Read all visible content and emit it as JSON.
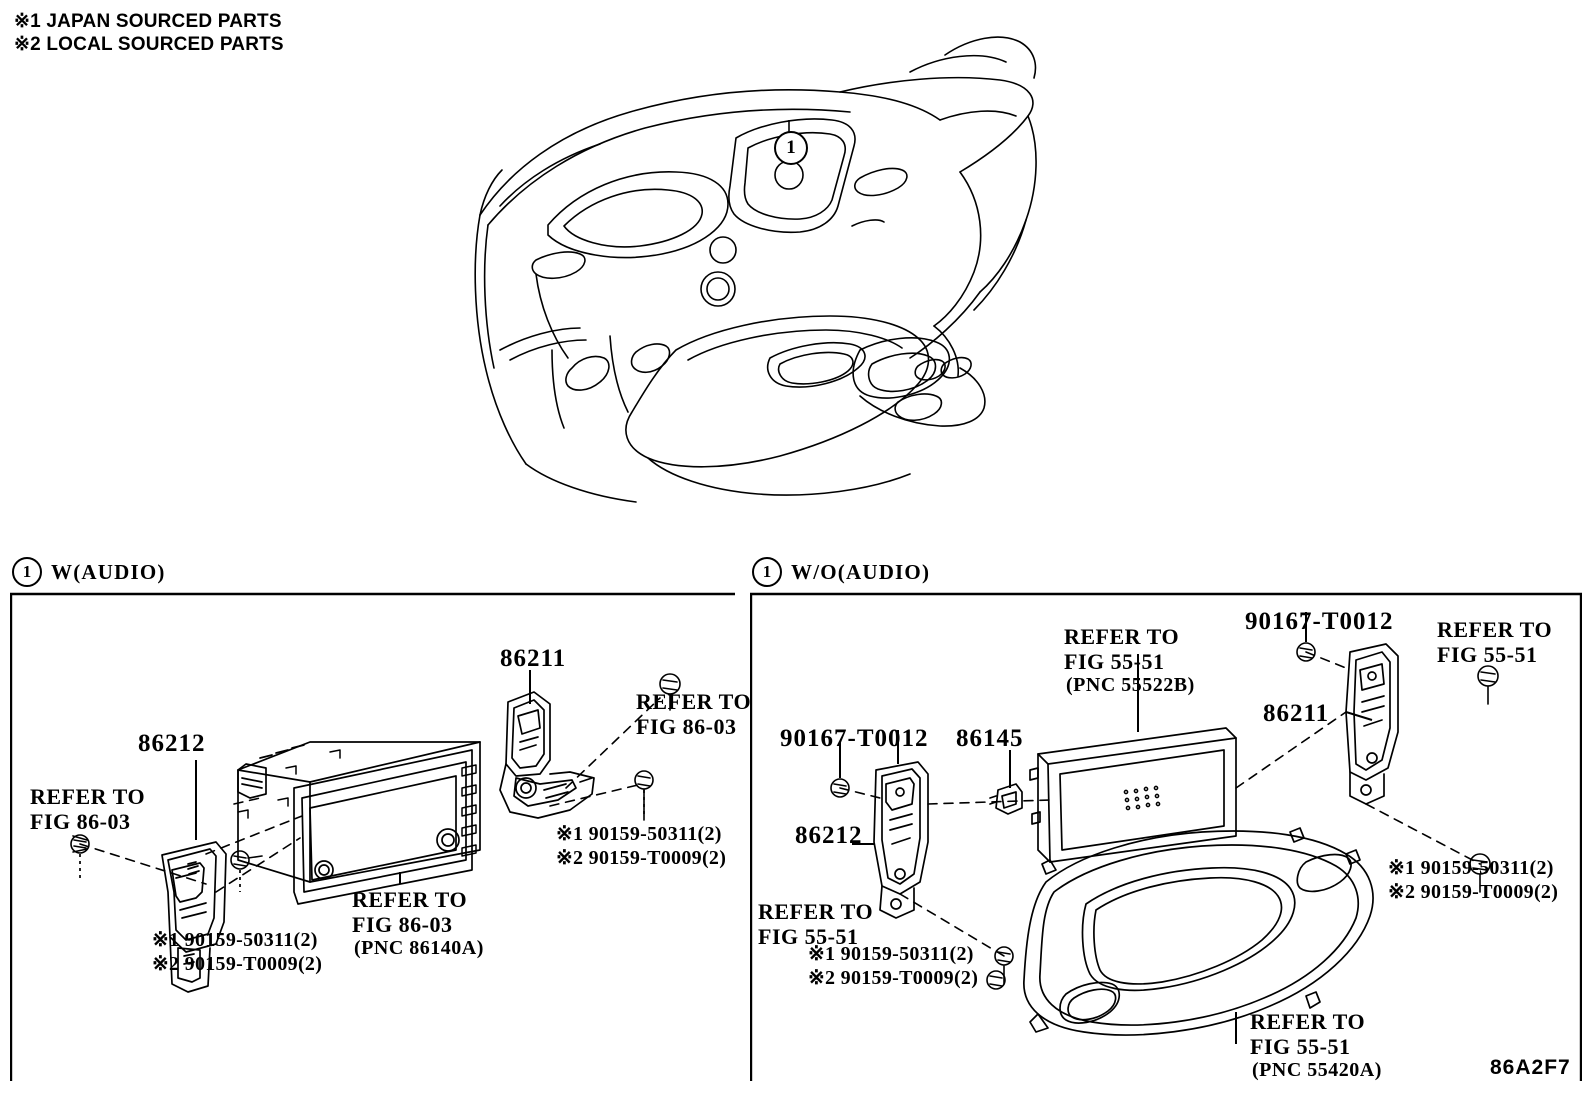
{
  "legend": {
    "line1": "※1 JAPAN SOURCED PARTS",
    "line2": "※2 LOCAL SOURCED PARTS"
  },
  "overview": {
    "callout_number": "1"
  },
  "sections": [
    {
      "callout_number": "1",
      "title": "W(AUDIO)",
      "labels": {
        "part_86212": "86212",
        "part_86211": "86211",
        "refer_left": "REFER TO\nFIG 86‑03",
        "refer_left_line1": "REFER TO",
        "refer_left_line2": "FIG 86‑03",
        "refer_top_right_line1": "REFER TO",
        "refer_top_right_line2": "FIG 86‑03",
        "refer_center_line1": "REFER TO",
        "refer_center_line2": "FIG 86‑03",
        "refer_center_pnc": "(PNC 86140A)",
        "screws_left_line1": "※1 90159‑50311(2)",
        "screws_left_line2": "※2 90159‑T0009(2)",
        "screws_right_line1": "※1 90159‑50311(2)",
        "screws_right_line2": "※2 90159‑T0009(2)"
      }
    },
    {
      "callout_number": "1",
      "title": "W/O(AUDIO)",
      "labels": {
        "refer_panel_line1": "REFER TO",
        "refer_panel_line2": "FIG 55‑51",
        "refer_panel_pnc": "(PNC 55522B)",
        "clip_left": "90167‑T0012",
        "clip_right": "90167‑T0012",
        "part_86145": "86145",
        "part_86212": "86212",
        "part_86211": "86211",
        "refer_top_right_line1": "REFER TO",
        "refer_top_right_line2": "FIG 55‑51",
        "refer_lower_left_line1": "REFER TO",
        "refer_lower_left_line2": "FIG 55‑51",
        "refer_bottom_line1": "REFER TO",
        "refer_bottom_line2": "FIG 55‑51",
        "refer_bottom_pnc": "(PNC 55420A)",
        "screws_left_line1": "※1 90159‑50311(2)",
        "screws_left_line2": "※2 90159‑T0009(2)",
        "screws_right_line1": "※1 90159‑50311(2)",
        "screws_right_line2": "※2 90159‑T0009(2)"
      }
    }
  ],
  "footer": {
    "diagram_code": "86A2F7"
  }
}
